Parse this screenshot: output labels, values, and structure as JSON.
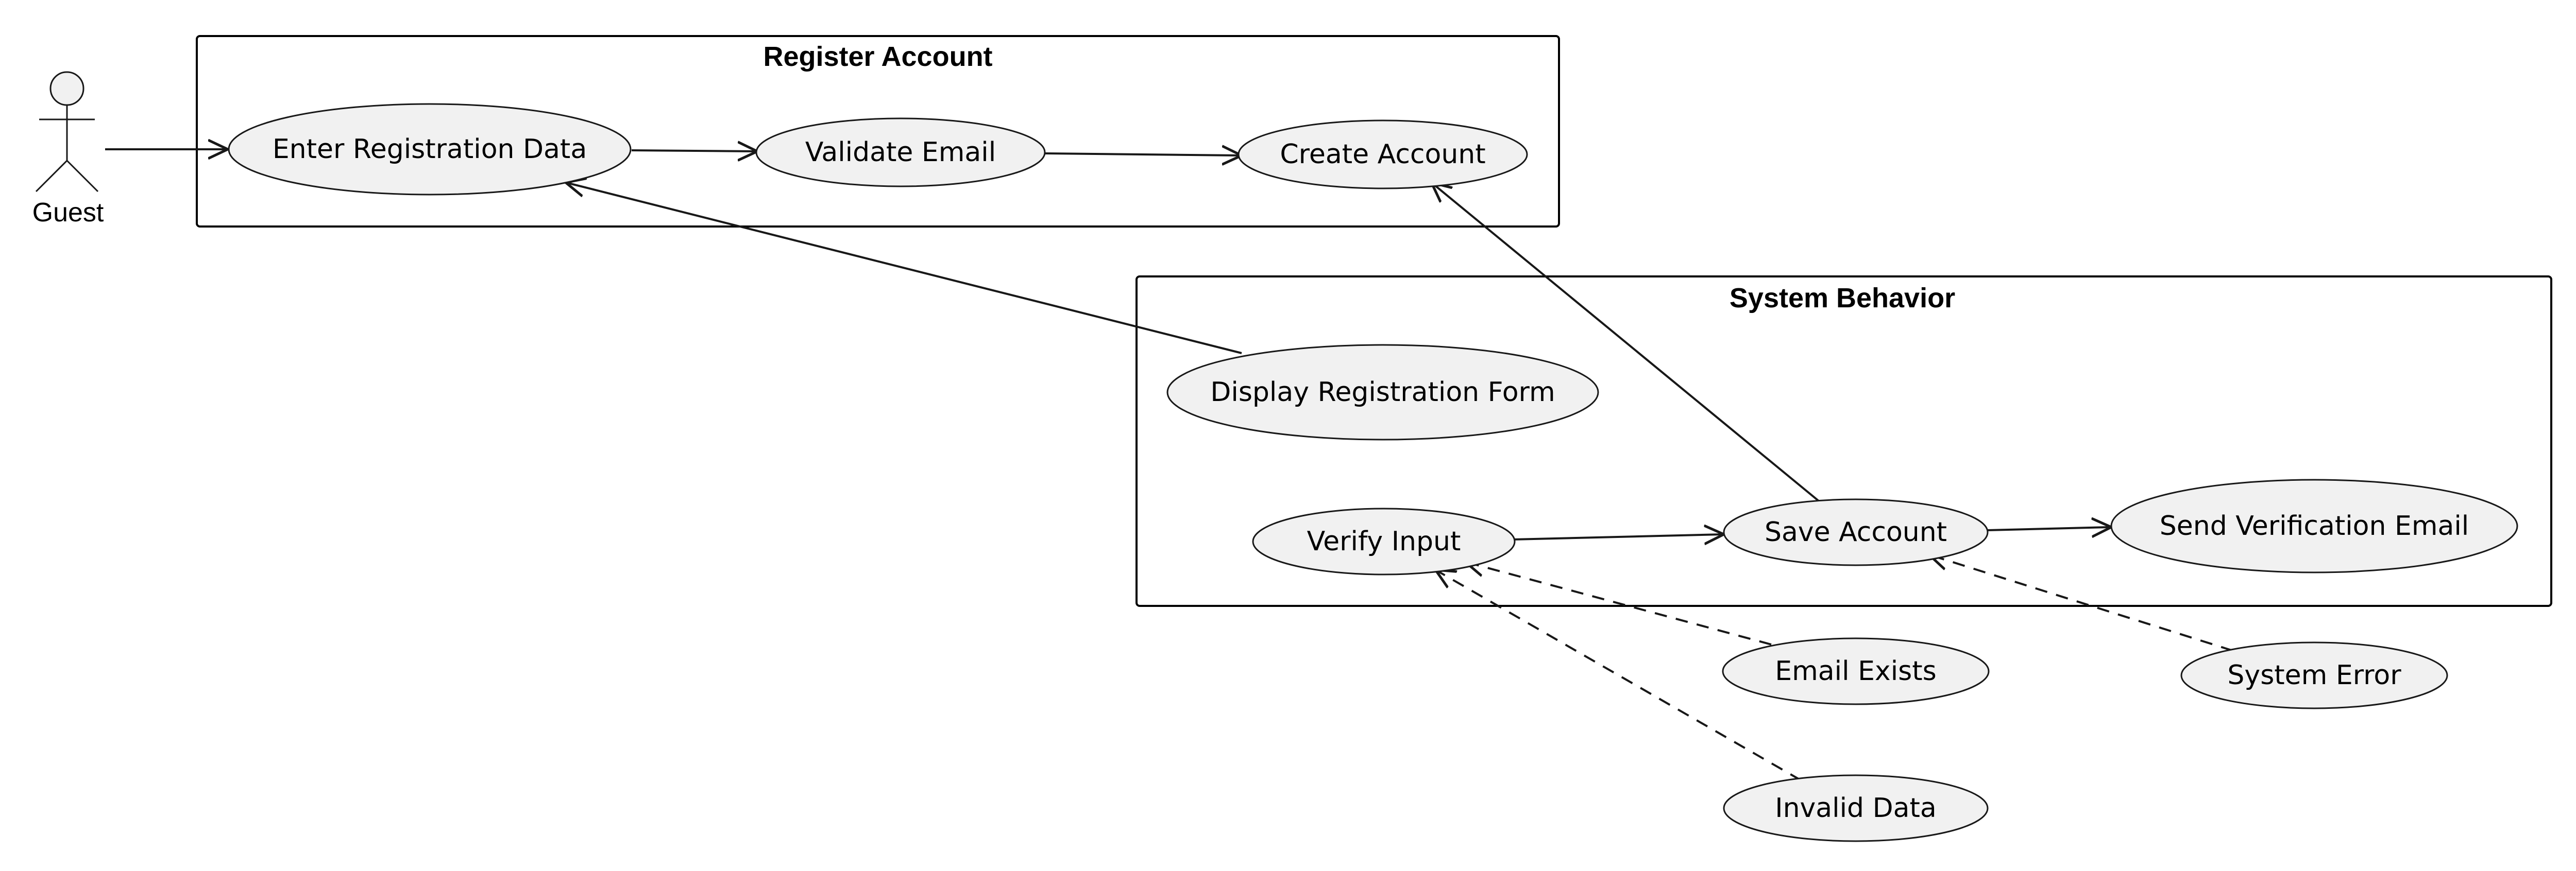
{
  "actor": {
    "label": "Guest"
  },
  "packages": {
    "register": {
      "title": "Register Account"
    },
    "system": {
      "title": "System Behavior"
    }
  },
  "use_cases": {
    "enter_data": "Enter Registration Data",
    "validate_email": "Validate Email",
    "create_account": "Create Account",
    "display_form": "Display Registration Form",
    "verify_input": "Verify Input",
    "save_account": "Save Account",
    "send_email": "Send Verification Email",
    "email_exists": "Email Exists",
    "system_error": "System Error",
    "invalid_data": "Invalid Data"
  },
  "colors": {
    "use_case_fill": "#f1f1f1",
    "line": "#181818",
    "background": "#ffffff"
  }
}
